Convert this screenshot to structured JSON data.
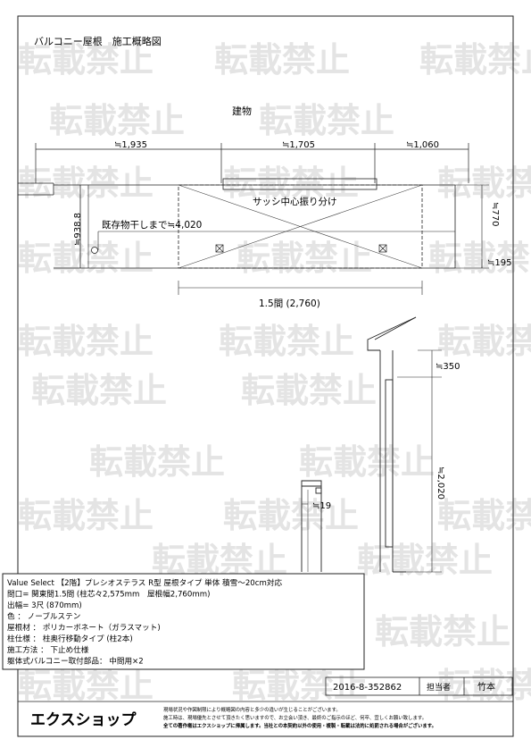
{
  "header": {
    "title": "バルコニー屋根　施工概略図"
  },
  "watermark": {
    "text": "転載禁止"
  },
  "plan": {
    "building_label": "建物",
    "dim_top": [
      "≒1,935",
      "≒1,705",
      "≒1,060"
    ],
    "dim_left": "≒938.8",
    "existing_dryer": "既存物干しまで≒4,020",
    "sash_label": "サッシ中心振り分け",
    "dim_right_770": "≒770",
    "dim_right_195": "≒195",
    "dim_bottom": "1.5間 (2,760)"
  },
  "section": {
    "dim_350": "≒350",
    "dim_2020": "≒2,020",
    "dim_19": "≒19"
  },
  "spec": {
    "lines": [
      "Value Select 【2階】プレシオステラス R型 屋根タイプ 単体 積雪～20cm対応",
      "間口= 関東間1.5間 (柱芯々2,575mm　屋根幅2,760mm)",
      "出幅= 3尺 (870mm)",
      "色 ： ノーブルステン",
      "屋根材 ： ポリカーボネート（ガラスマット)",
      "柱仕様 ： 柱奥行移動タイプ (柱2本)",
      "施工方法 ： 下止め仕様",
      "躯体式バルコニー取付部品： 中間用×2"
    ]
  },
  "title_block": {
    "doc_no": "2016-8-352862",
    "person_label": "担当者",
    "person_name": "竹本"
  },
  "footer": {
    "logo": "エクスショップ",
    "notes": [
      "現場状況や作図制限により概略図の内容と多少の違いが生じることがございます。",
      "施工時は、現場優先とさせて頂きたく思いますので、お立会い頂き、最終のご指示のほど、何卒、宜しくお願い致します。",
      "全ての著作権はエクスショップに帰属します。当社との本契約以外の使用・複製・転載は法的に処罰される場合がございます。"
    ]
  }
}
